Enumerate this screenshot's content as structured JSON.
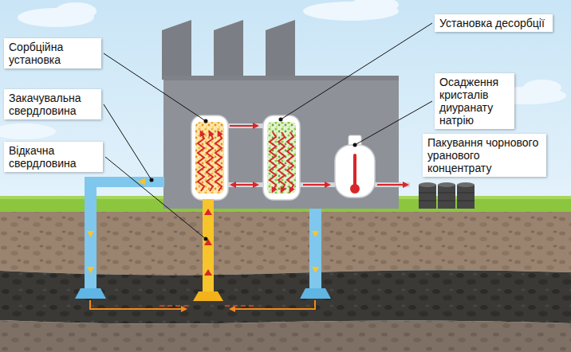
{
  "diagram": {
    "nodes": [
      {
        "text": [
          "Сорбційна установка"
        ]
      },
      {
        "text": [
          "Закачувальна свердловина"
        ]
      },
      {
        "text": [
          "Відкачна свердловина"
        ]
      },
      {
        "text": [
          "Установка десорбції"
        ]
      },
      {
        "text": [
          "Осадження кристалів диуранату натрію"
        ]
      },
      {
        "text": [
          "Пакування чорнового уранового концентрату"
        ]
      }
    ]
  }
}
